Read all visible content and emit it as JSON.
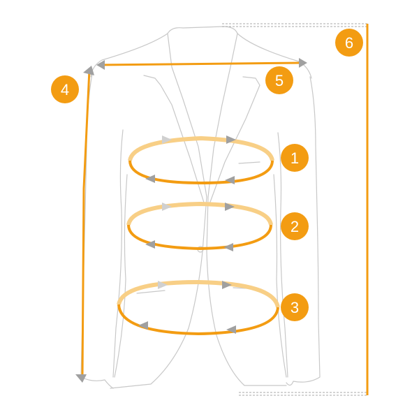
{
  "colors": {
    "accent": "#f39c12",
    "accent_light": "#f8cf86",
    "sketch": "#c8c8c8",
    "arrow_gray": "#a0a0a0",
    "badge_text": "#ffffff"
  },
  "measurements": [
    {
      "id": "chest",
      "label": "1"
    },
    {
      "id": "waist",
      "label": "2"
    },
    {
      "id": "hip",
      "label": "3"
    },
    {
      "id": "sleeve-length",
      "label": "4"
    },
    {
      "id": "shoulder-width",
      "label": "5"
    },
    {
      "id": "jacket-length",
      "label": "6"
    }
  ]
}
